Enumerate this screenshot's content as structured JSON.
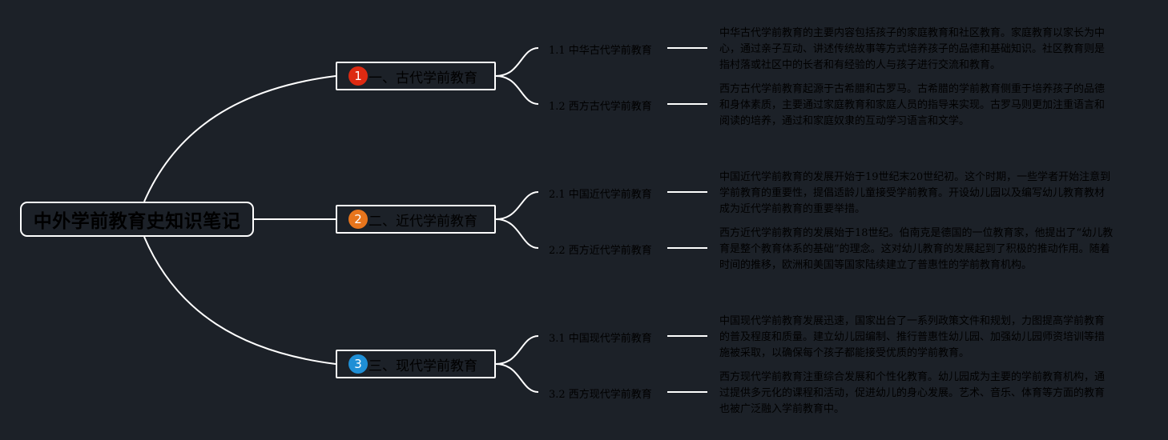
{
  "root": {
    "title": "中外学前教育史知识笔记"
  },
  "colors": {
    "background": "#1c2128",
    "line": "#ffffff",
    "badge_1": "#dd2a12",
    "badge_2": "#e8751c",
    "badge_3": "#1f8fd6"
  },
  "branches": [
    {
      "number": "1",
      "label": "一、古代学前教育",
      "children": [
        {
          "label": "1.1 中华古代学前教育",
          "text": "中华古代学前教育的主要内容包括孩子的家庭教育和社区教育。家庭教育以家长为中心，通过亲子互动、讲述传统故事等方式培养孩子的品德和基础知识。社区教育则是指村落或社区中的长者和有经验的人与孩子进行交流和教育。"
        },
        {
          "label": "1.2 西方古代学前教育",
          "text": "西方古代学前教育起源于古希腊和古罗马。古希腊的学前教育侧重于培养孩子的品德和身体素质，主要通过家庭教育和家庭人员的指导来实现。古罗马则更加注重语言和阅读的培养，通过和家庭奴隶的互动学习语言和文学。"
        }
      ]
    },
    {
      "number": "2",
      "label": "二、近代学前教育",
      "children": [
        {
          "label": "2.1 中国近代学前教育",
          "text": "中国近代学前教育的发展开始于19世纪末20世纪初。这个时期，一些学者开始注意到学前教育的重要性，提倡适龄儿童接受学前教育。开设幼儿园以及编写幼儿教育教材成为近代学前教育的重要举措。"
        },
        {
          "label": "2.2 西方近代学前教育",
          "text": "西方近代学前教育的发展始于18世纪。伯南克是德国的一位教育家，他提出了“幼儿教育是整个教育体系的基础”的理念。这对幼儿教育的发展起到了积极的推动作用。随着时间的推移，欧洲和美国等国家陆续建立了普惠性的学前教育机构。"
        }
      ]
    },
    {
      "number": "3",
      "label": "三、现代学前教育",
      "children": [
        {
          "label": "3.1 中国现代学前教育",
          "text": "中国现代学前教育发展迅速，国家出台了一系列政策文件和规划，力图提高学前教育的普及程度和质量。建立幼儿园编制、推行普惠性幼儿园、加强幼儿园师资培训等措施被采取，以确保每个孩子都能接受优质的学前教育。"
        },
        {
          "label": "3.2 西方现代学前教育",
          "text": "西方现代学前教育注重综合发展和个性化教育。幼儿园成为主要的学前教育机构，通过提供多元化的课程和活动，促进幼儿的身心发展。艺术、音乐、体育等方面的教育也被广泛融入学前教育中。"
        }
      ]
    }
  ]
}
